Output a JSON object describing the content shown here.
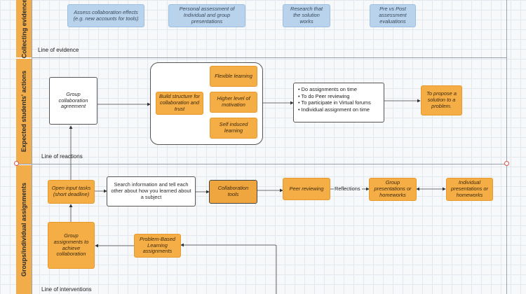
{
  "lanes": {
    "top": "Collecting evidence",
    "middle": "Expected students' actions",
    "bottom": "Groups/individual assignments"
  },
  "lines": {
    "evidence": "Line of evidence",
    "reactions": "Line of reactions",
    "interventions": "Line of interventions"
  },
  "evidence": {
    "n1": "Assess collaboration effects (e.g. new accounts for tools)",
    "n2": "Personal assessment of Individual  and group presentations",
    "n3": "Research that the solution works",
    "n4": "Pre vs Post assessment evaluations"
  },
  "actions": {
    "group_agreement": "Group collaboration agreement",
    "build_structure": "Build structure for collaboration and trust",
    "flexible": "Flexible learning",
    "motivation": "Higher level of motivation",
    "self_induced": "Self induced learning",
    "bullets": [
      "Do assignments on time",
      "To do Peer reviewing",
      "To participate in Virtual forums",
      "Individual assignment on time"
    ],
    "propose": "To propose a solution to a problem."
  },
  "assignments": {
    "open_input": "Open input tasks (short deadline)",
    "search_info": "Search information and tell each other about how you learned about a subject",
    "collab_tools": "Collaboration tools",
    "peer_review": "Peer reviewing",
    "reflections": "Reflections",
    "group_presentations": "Group presentations or homeworks",
    "individual_presentations": "Individual presentations or homeworks",
    "group_assignments": "Group assignments to achieve collaboration",
    "pbl": "Problem-Based Learning assignments"
  }
}
